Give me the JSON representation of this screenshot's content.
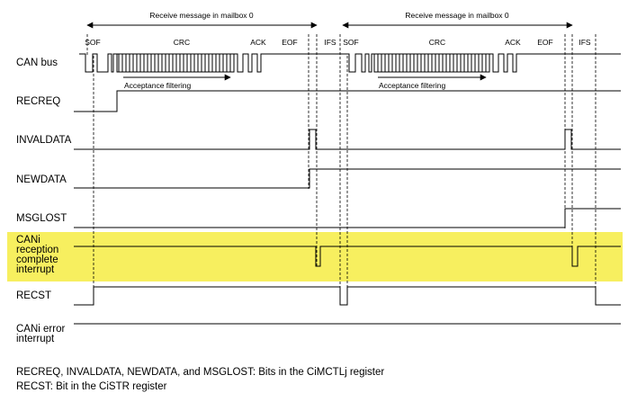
{
  "highlight_color": "#f7ef5f",
  "header": {
    "receive_label_1": "Receive message in mailbox 0",
    "receive_label_2": "Receive message in mailbox 0"
  },
  "fields_1": {
    "sof": "SOF",
    "crc": "CRC",
    "ack": "ACK",
    "eof": "EOF",
    "ifs": "IFS"
  },
  "fields_2": {
    "sof": "SOF",
    "crc": "CRC",
    "ack": "ACK",
    "eof": "EOF",
    "ifs": "IFS"
  },
  "acceptance_filtering_1": "Acceptance filtering",
  "acceptance_filtering_2": "Acceptance filtering",
  "signals": {
    "can_bus": "CAN bus",
    "recreq": "RECREQ",
    "invaldata": "INVALDATA",
    "newdata": "NEWDATA",
    "msglost": "MSGLOST",
    "cani_reception": [
      "CANi",
      "reception",
      "complete",
      "interrupt"
    ],
    "recst": "RECST",
    "cani_error": [
      "CANi error",
      "interrupt"
    ]
  },
  "notes": [
    "RECREQ, INVALDATA, NEWDATA, and MSGLOST: Bits in the CiMCTLj register",
    "RECST: Bit in the CiSTR register"
  ]
}
